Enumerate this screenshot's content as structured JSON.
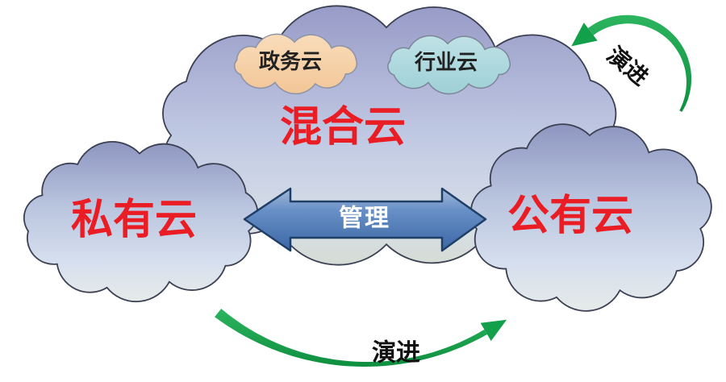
{
  "diagram": {
    "hybrid_cloud": {
      "label": "混合云"
    },
    "gov_cloud": {
      "label": "政务云"
    },
    "industry_cloud": {
      "label": "行业云"
    },
    "private_cloud": {
      "label": "私有云"
    },
    "public_cloud": {
      "label": "公有云"
    },
    "manage_link": {
      "label": "管理"
    },
    "evolution_top": {
      "label": "演进"
    },
    "evolution_bottom": {
      "label": "演进"
    }
  },
  "colors": {
    "cloud_label_red": "#ea1c24",
    "small_label_black": "#222222",
    "evolution_label_black": "#111111",
    "manage_label_white": "#ffffff",
    "hybrid_cloud_top": "#989bc7",
    "hybrid_cloud_bottom": "#d5dbd3",
    "side_cloud_top": "#8e96c0",
    "side_cloud_bottom": "#e6ebe9",
    "gov_cloud_top": "#f9dcba",
    "gov_cloud_bottom": "#f2c697",
    "industry_cloud_top": "#bfe2e6",
    "industry_cloud_bottom": "#9ed0d6",
    "manage_arrow_top": "#a3b9d8",
    "manage_arrow_bottom": "#3b67a4",
    "manage_arrow_border": "#1f3f66",
    "evolution_green_light": "#2cb45e",
    "evolution_green_dark": "#0e8f40",
    "cloud_outline": "#3c4053",
    "small_cloud_outline": "#8d93a5"
  }
}
